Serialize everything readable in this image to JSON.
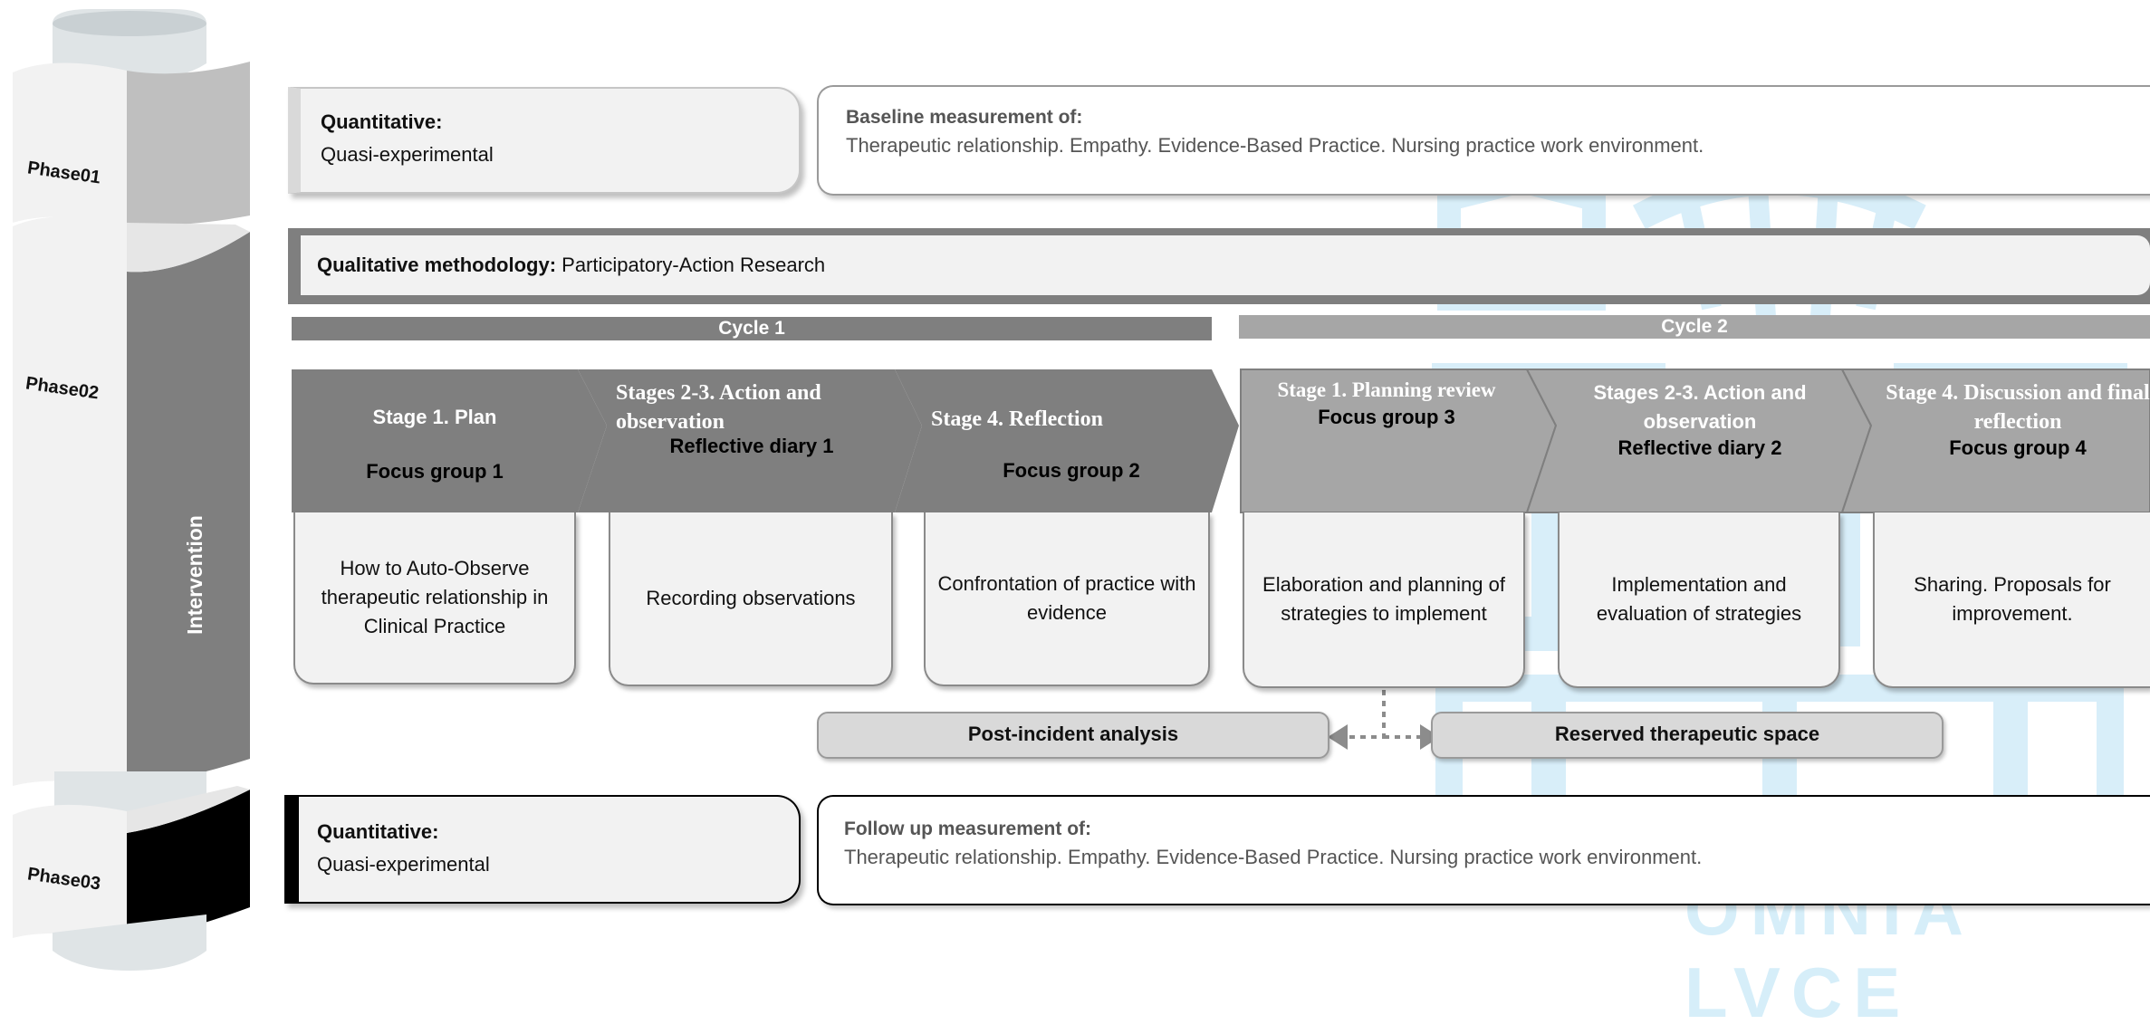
{
  "phases": [
    {
      "label": "Phase01"
    },
    {
      "label": "Phase02",
      "side_label": "Intervention"
    },
    {
      "label": "Phase03"
    }
  ],
  "phase1": {
    "method_title": "Quantitative:",
    "method_subtitle": "Quasi-experimental",
    "measure_title": "Baseline measurement of:",
    "measure_items": "Therapeutic relationship. Empathy. Evidence-Based Practice. Nursing practice work environment."
  },
  "phase2": {
    "method_bold": "Qualitative methodology:",
    "method_rest": " Participatory-Action Research",
    "cycles": [
      {
        "label": "Cycle 1"
      },
      {
        "label": "Cycle 2"
      }
    ],
    "stages": [
      {
        "title": "Stage 1. Plan",
        "subtitle": "Focus group 1",
        "description": "How to Auto-Observe therapeutic relationship in Clinical Practice"
      },
      {
        "title": "Stages 2-3. Action and observation",
        "subtitle": "Reflective diary 1",
        "description": "Recording observations"
      },
      {
        "title": "Stage 4. Reflection",
        "subtitle": "Focus group 2",
        "description": "Confrontation of practice with evidence"
      },
      {
        "title": "Stage 1. Planning review",
        "subtitle": "Focus group 3",
        "description": "Elaboration and planning of strategies to implement"
      },
      {
        "title": "Stages 2-3. Action and observation",
        "subtitle": "Reflective diary 2",
        "description": "Implementation and evaluation of strategies"
      },
      {
        "title": "Stage 4. Discussion and final reflection",
        "subtitle": "Focus group 4",
        "description": "Sharing. Proposals for improvement."
      }
    ],
    "bottom_pills": [
      {
        "label": "Post-incident analysis"
      },
      {
        "label": "Reserved therapeutic space"
      }
    ]
  },
  "phase3": {
    "method_title": "Quantitative:",
    "method_subtitle": "Quasi-experimental",
    "measure_title": "Follow up measurement of:",
    "measure_items": "Therapeutic relationship. Empathy. Evidence-Based Practice. Nursing practice work environment."
  },
  "watermark": {
    "text": "OMNIA LVCE"
  },
  "colors": {
    "cycle1": "#7f7f7f",
    "cycle2": "#a6a6a6",
    "phase1_bar": "#bfbfbf",
    "phase2_bar": "#7f7f7f",
    "phase3_bar": "#000000",
    "watermark": "#d6eef9"
  }
}
